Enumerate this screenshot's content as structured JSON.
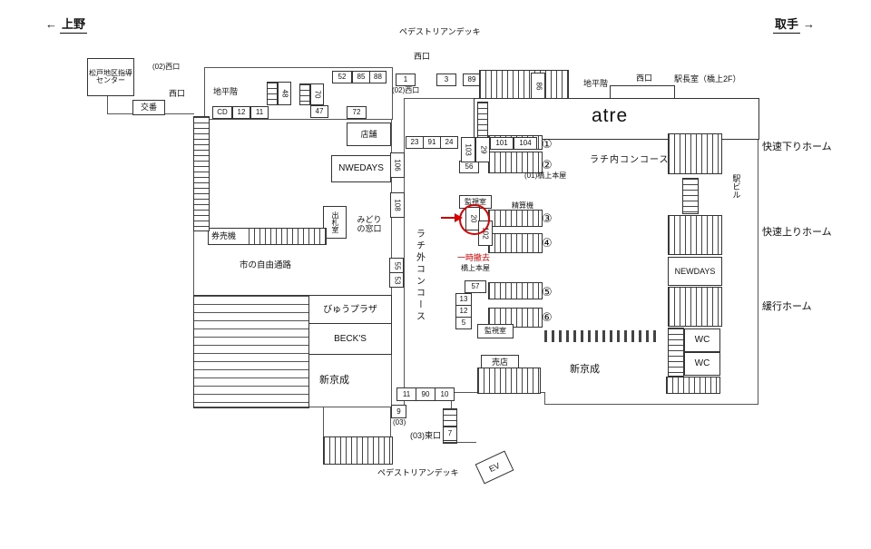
{
  "header": {
    "station_left": "上野",
    "station_right": "取手",
    "arrow_left": "←",
    "arrow_right": "→",
    "deck_top": "ペデストリアンデッキ",
    "west_exit_top": "西口"
  },
  "left": {
    "matsudo_center": "松戸地区指導センター",
    "koban": "交番",
    "exit02": "(02)西口",
    "west_exit": "西口",
    "ground_floor": "地平階",
    "cd": "CD",
    "n12": "12",
    "n11": "11",
    "n52": "52",
    "n85": "85",
    "n88": "88",
    "n48": "48",
    "n70": "70",
    "n47": "47",
    "n72": "72",
    "shop": "店舗",
    "nwedays": "NWEDAYS",
    "n23": "23",
    "n91": "91",
    "n24": "24",
    "n106": "106",
    "n108": "108",
    "ticket_office": "出札室",
    "midori_window": "みどり\nの窓口",
    "ticket_machines": "券売機",
    "city_passage": "市の自由通路",
    "n55": "55",
    "n53": "53",
    "view_plaza": "びゅうプラザ",
    "becks": "BECK'S",
    "shinkeisei": "新京成",
    "n11b": "11",
    "n90": "90",
    "n10": "10",
    "n9": "9",
    "n7": "7",
    "exit03": "(03)",
    "exit03_east": "(03)東口",
    "deck_bottom": "ペデストリアンデッキ"
  },
  "center": {
    "n1": "1",
    "exit02": "(02)西口",
    "n3": "3",
    "n89": "89",
    "n86": "86",
    "ground_floor": "地平階",
    "west_exit": "西口",
    "station_master_office": "駅長室（橋上2F）",
    "atre": "atre",
    "concourse_inside": "ラチ内コンコース",
    "concourse_outside": "ラチ外コンコース",
    "p1": "①",
    "p2": "②",
    "p3": "③",
    "p4": "④",
    "p5": "⑤",
    "p6": "⑥",
    "n103": "103",
    "n29": "29",
    "n101": "101",
    "n104": "104",
    "n56": "56",
    "bridge_house_01": "(01)橋上本屋",
    "monitor_room_1": "監視室",
    "fare_adjust": "精算機",
    "n20": "20",
    "n102": "102",
    "removed": "一時撤去",
    "bridge_house": "橋上本屋",
    "n57": "57",
    "n13": "13",
    "n12": "12",
    "n5": "5",
    "monitor_room_2": "監視室",
    "kiosk": "売店",
    "shinkeisei": "新京成",
    "ev": "EV"
  },
  "right": {
    "rapid_down": "快速下りホーム",
    "station_bldg": "駅ビル",
    "rapid_up": "快速上りホーム",
    "newdays": "NEWDAYS",
    "local": "緩行ホーム",
    "wc1": "WC",
    "wc2": "WC"
  }
}
